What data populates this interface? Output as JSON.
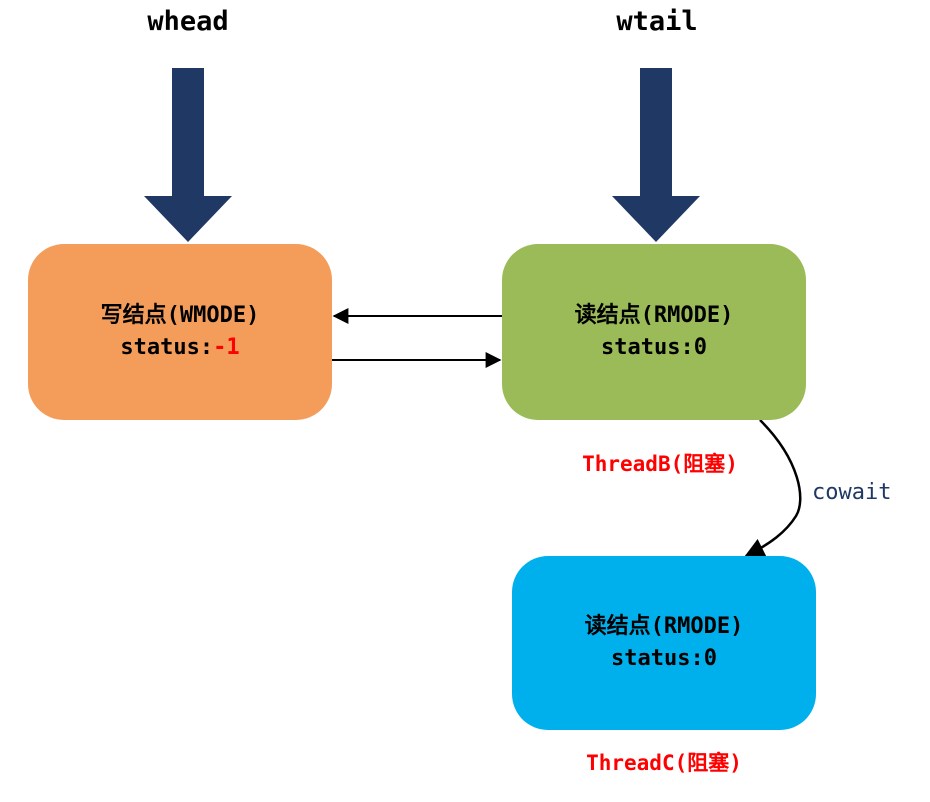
{
  "pointers": {
    "whead": "whead",
    "wtail": "wtail"
  },
  "nodes": {
    "write": {
      "title": "写结点(WMODE)",
      "status_prefix": "status:",
      "status_value": "-1",
      "color": "#f49d5b"
    },
    "read1": {
      "title": "读结点(RMODE)",
      "status_prefix": "status:",
      "status_value": "0",
      "color": "#9bbb59"
    },
    "read2": {
      "title": "读结点(RMODE)",
      "status_prefix": "status:",
      "status_value": "0",
      "color": "#00b0ec"
    }
  },
  "threads": {
    "b": "ThreadB(阻塞)",
    "c": "ThreadC(阻塞)"
  },
  "edge_labels": {
    "cowait": "cowait"
  },
  "colors": {
    "pointer_arrow": "#1f3864",
    "negative_status": "#ff0000",
    "thread_label": "#ff0000",
    "cowait_label": "#1f3864"
  }
}
